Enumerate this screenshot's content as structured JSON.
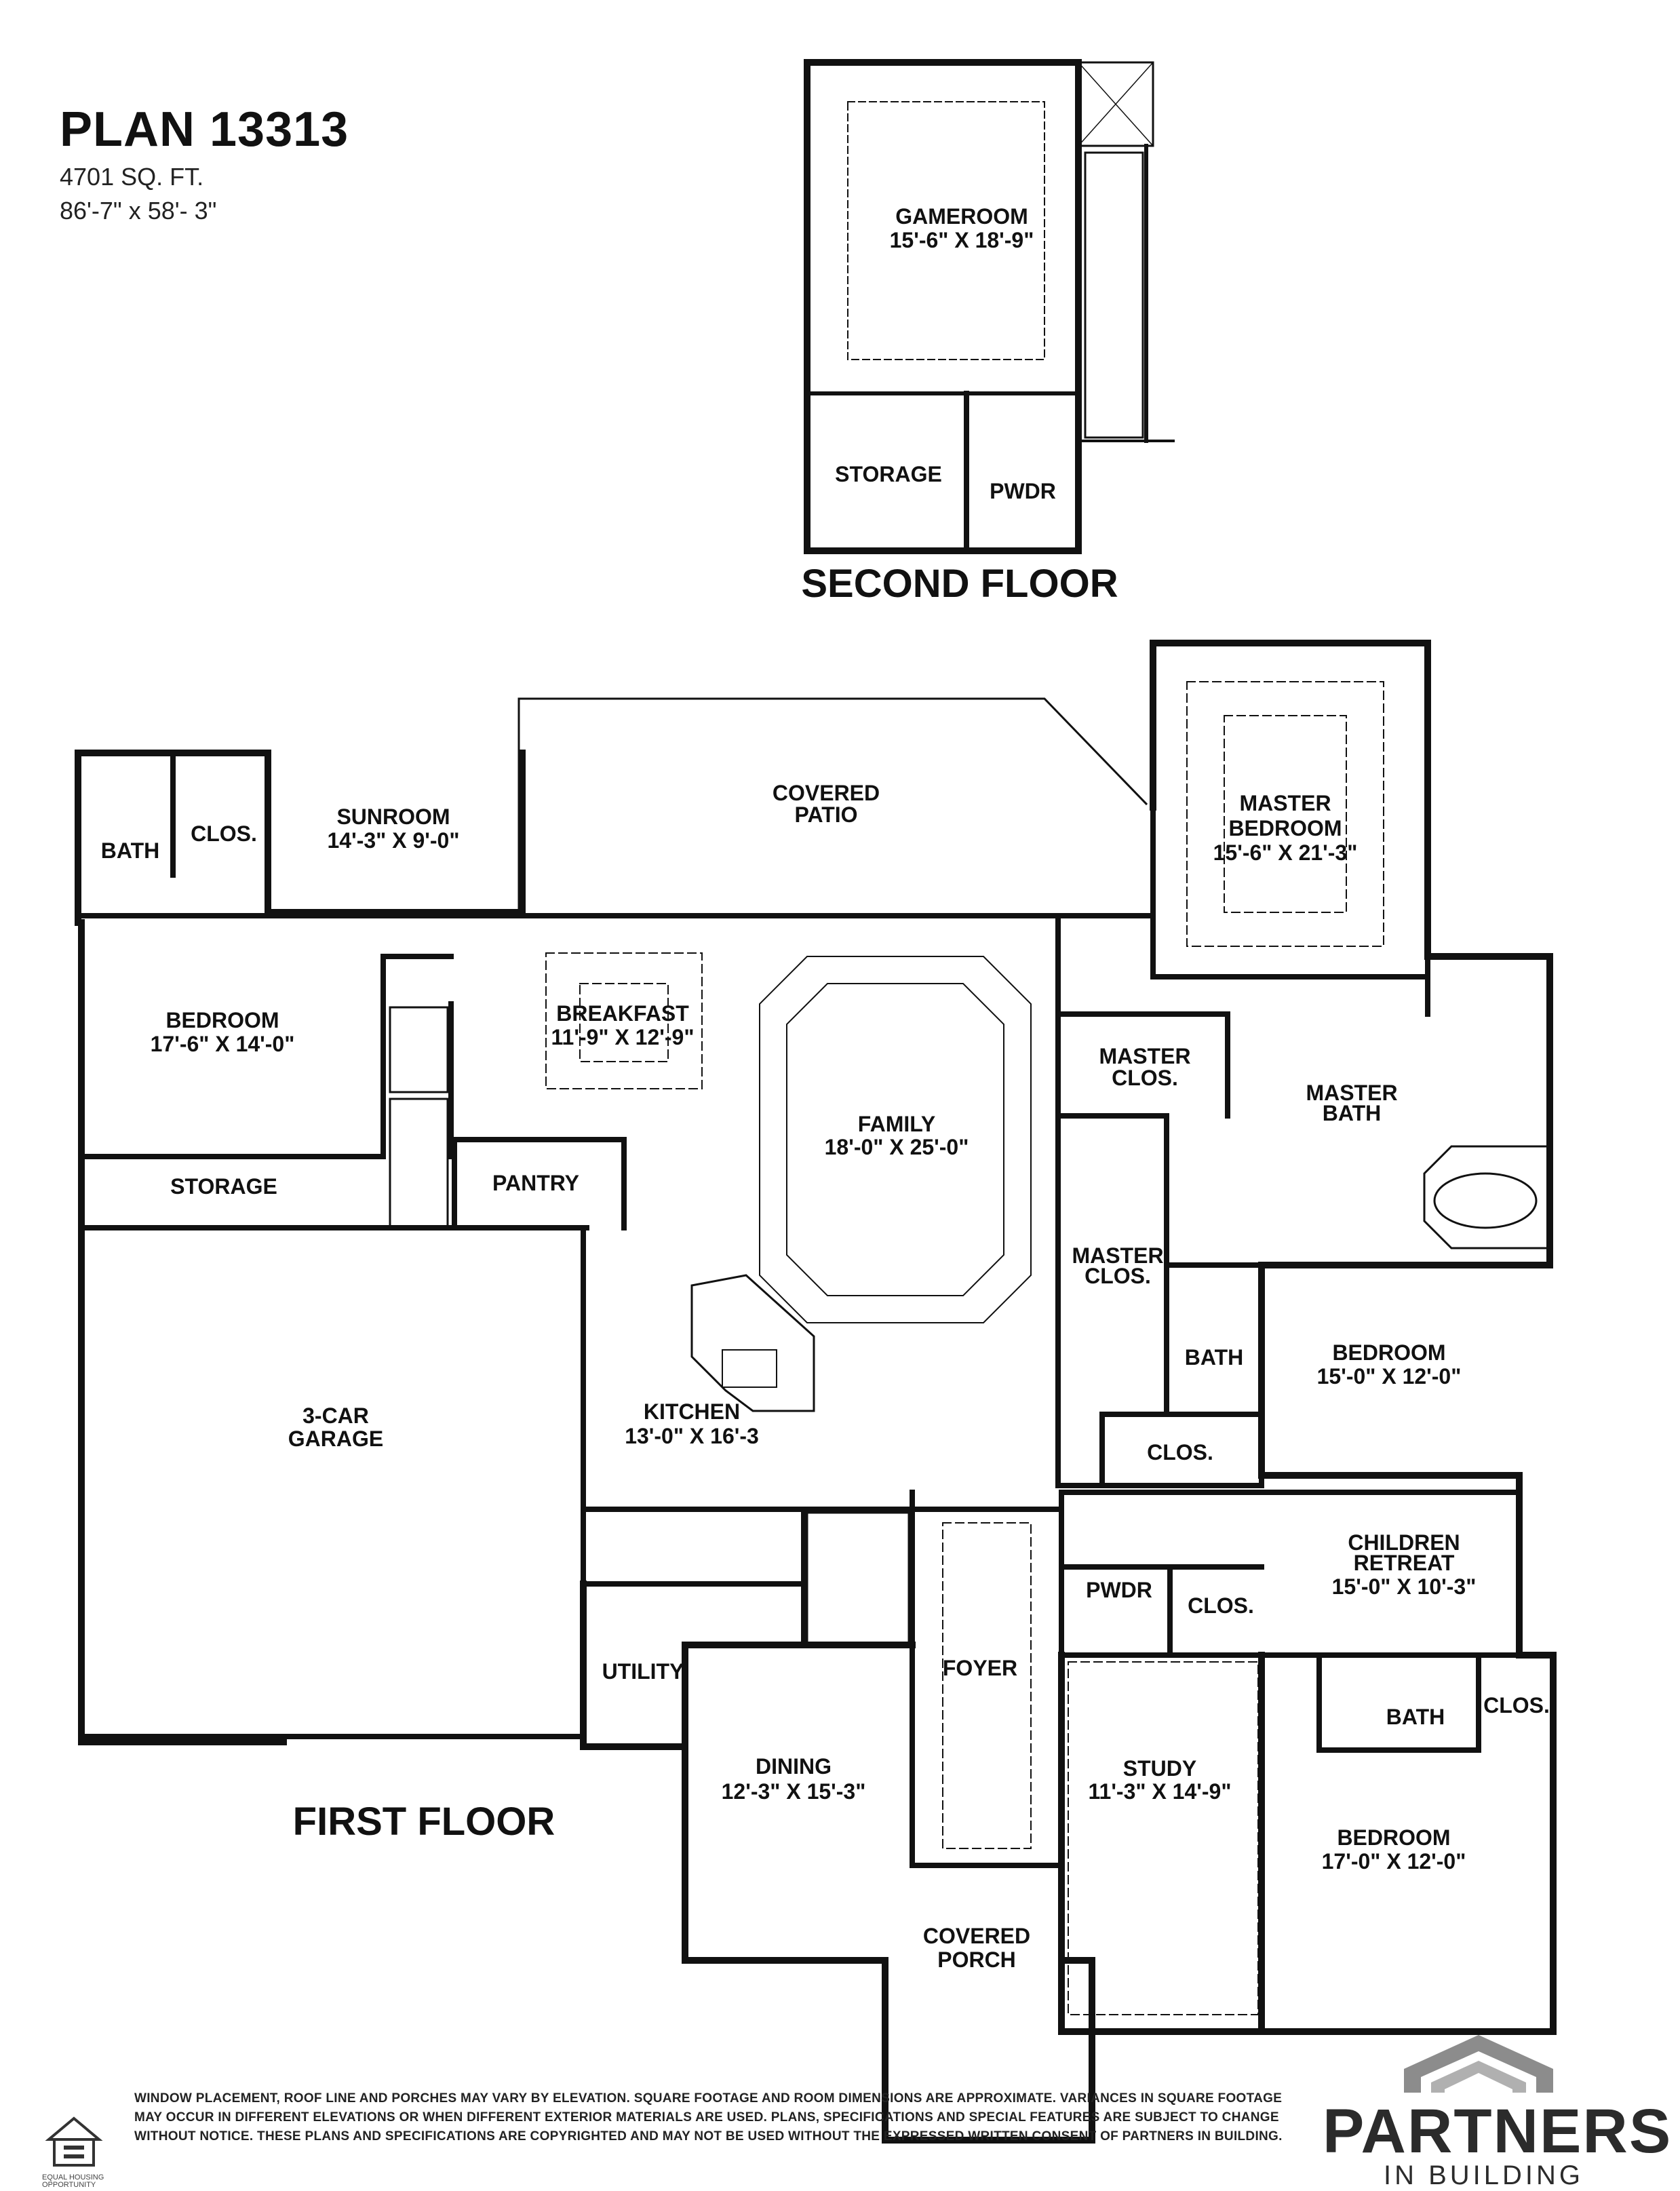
{
  "header": {
    "title": "PLAN 13313",
    "sqft": "4701 SQ. FT.",
    "dimensions": "86'-7\" x 58'- 3\""
  },
  "floors": {
    "second": "SECOND FLOOR",
    "first": "FIRST FLOOR"
  },
  "rooms": {
    "gameroom": {
      "name": "GAMEROOM",
      "size": "15'-6\" X 18'-9\""
    },
    "storage_2": {
      "name": "STORAGE"
    },
    "pwdr_2": {
      "name": "PWDR"
    },
    "bath_1": {
      "name": "BATH"
    },
    "clos_1": {
      "name": "CLOS."
    },
    "sunroom": {
      "name": "SUNROOM",
      "size": "14'-3\" X 9'-0\""
    },
    "covered_patio": {
      "name1": "COVERED",
      "name2": "PATIO"
    },
    "master_bedroom": {
      "name1": "MASTER",
      "name2": "BEDROOM",
      "size": "15'-6\" X 21'-3\""
    },
    "bedroom_1": {
      "name": "BEDROOM",
      "size": "17'-6\" X 14'-0\""
    },
    "breakfast": {
      "name": "BREAKFAST",
      "size": "11'-9\" X 12'-9\""
    },
    "family": {
      "name": "FAMILY",
      "size": "18'-0\" X 25'-0\""
    },
    "master_clos_1": {
      "name1": "MASTER",
      "name2": "CLOS."
    },
    "master_bath": {
      "name1": "MASTER",
      "name2": "BATH"
    },
    "storage_1": {
      "name": "STORAGE"
    },
    "pantry": {
      "name": "PANTRY"
    },
    "master_clos_2": {
      "name1": "MASTER",
      "name2": "CLOS."
    },
    "bath_2": {
      "name": "BATH"
    },
    "bedroom_2": {
      "name": "BEDROOM",
      "size": "15'-0\" X 12'-0\""
    },
    "garage": {
      "name1": "3-CAR",
      "name2": "GARAGE"
    },
    "kitchen": {
      "name": "KITCHEN",
      "size": "13'-0\" X 16'-3"
    },
    "clos_2": {
      "name": "CLOS."
    },
    "children_retreat": {
      "name1": "CHILDREN",
      "name2": "RETREAT",
      "size": "15'-0\" X 10'-3\""
    },
    "pwdr_1": {
      "name": "PWDR"
    },
    "clos_3": {
      "name": "CLOS."
    },
    "utility": {
      "name": "UTILITY"
    },
    "foyer": {
      "name": "FOYER"
    },
    "bath_3": {
      "name": "BATH"
    },
    "clos_4": {
      "name": "CLOS."
    },
    "dining": {
      "name": "DINING",
      "size": "12'-3\" X 15'-3\""
    },
    "study": {
      "name": "STUDY",
      "size": "11'-3\" X 14'-9\""
    },
    "bedroom_3": {
      "name": "BEDROOM",
      "size": "17'-0\" X 12'-0\""
    },
    "covered_porch": {
      "name1": "COVERED",
      "name2": "PORCH"
    }
  },
  "disclaimer": "WINDOW PLACEMENT, ROOF LINE AND PORCHES MAY VARY BY ELEVATION.  SQUARE FOOTAGE AND ROOM DIMENSIONS ARE APPROXIMATE. VARIANCES IN SQUARE FOOTAGE MAY OCCUR IN DIFFERENT ELEVATIONS OR  WHEN DIFFERENT EXTERIOR MATERIALS ARE USED.  PLANS, SPECIFICATIONS AND SPECIAL FEATURES ARE SUBJECT TO CHANGE WITHOUT NOTICE.  THESE PLANS AND SPECIFICATIONS ARE COPYRIGHTED AND MAY NOT BE USED  WITHOUT THE EXPRESSED WRITTEN CONSENT OF PARTNERS IN BUILDING.",
  "brand": {
    "name": "PARTNERS",
    "tagline": "IN BUILDING"
  },
  "equal_housing": "EQUAL HOUSING OPPORTUNITY",
  "colors": {
    "wall": "#111111",
    "logo_gray": "#8c8c8c",
    "logo_dark": "#2b2b2b"
  }
}
